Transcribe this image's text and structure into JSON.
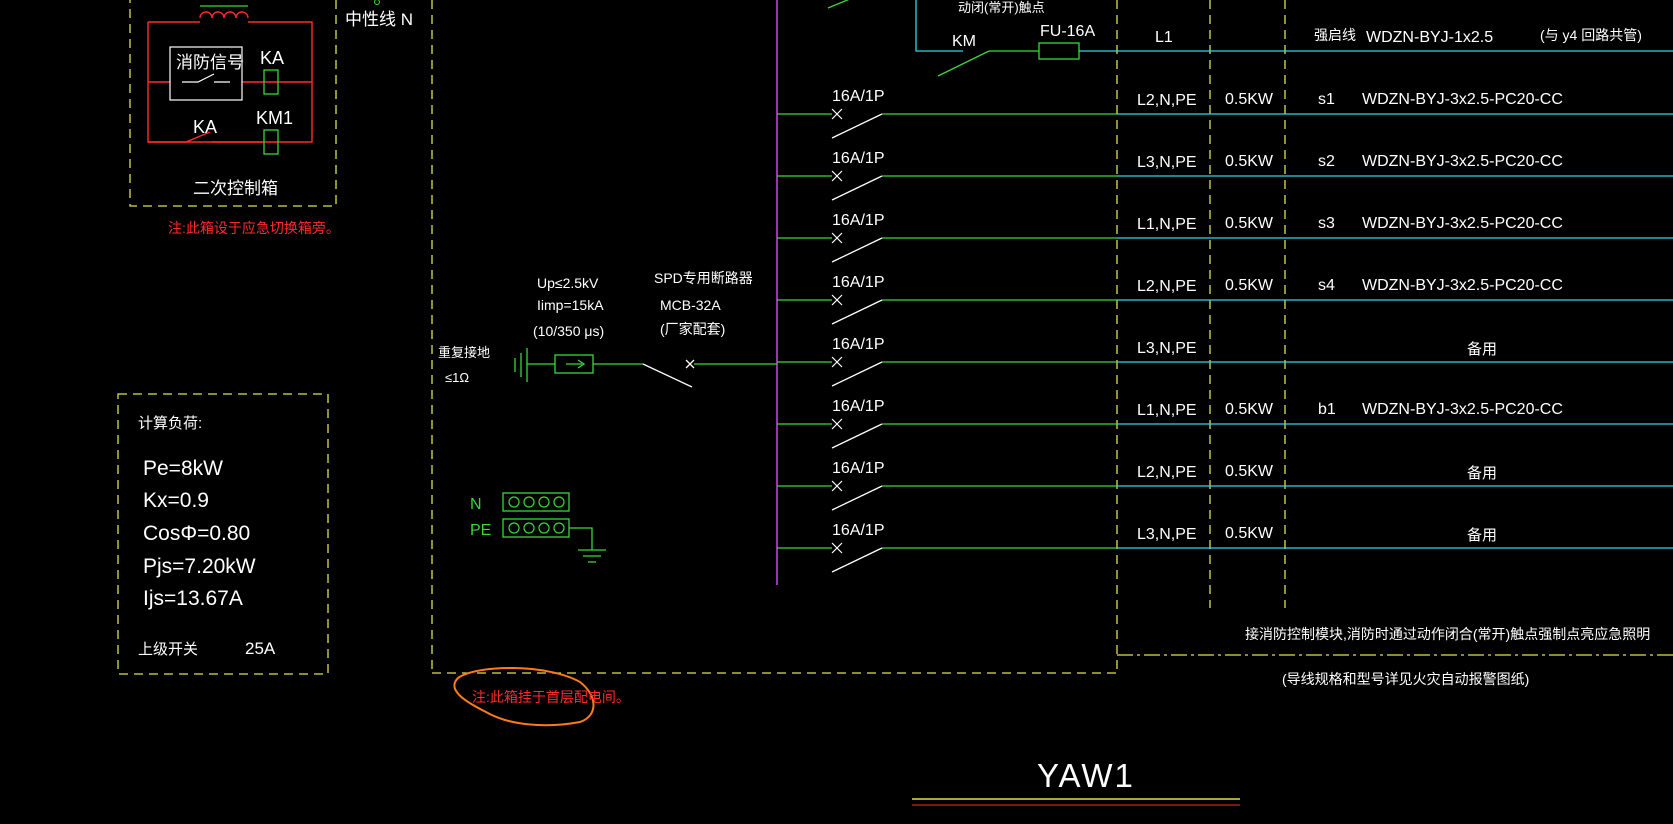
{
  "colors": {
    "background": "#000000",
    "yellow": "#e0e050",
    "green": "#39d839",
    "cyan": "#32d6e6",
    "red": "#ff2a2a",
    "magenta": "#c040e0",
    "orange": "#ff7a1a",
    "white": "#ffffff"
  },
  "top_left": {
    "neutral_label": "中性线 N",
    "fire_signal": "消防信号",
    "ka_coil": "KA",
    "ka_contact": "KA",
    "km1_coil": "KM1",
    "secondary_box_label": "二次控制箱",
    "secondary_box_note": "注:此箱设于应急切换箱旁。"
  },
  "calc": {
    "title": "计算负荷:",
    "pe": "Pe=8kW",
    "kx": "Kx=0.9",
    "cos": "CosΦ=0.80",
    "pjs": "Pjs=7.20kW",
    "ijs": "Ijs=13.67A",
    "upper_switch_label": "上级开关",
    "upper_switch_value": "25A"
  },
  "spd": {
    "up": "Up≤2.5kV",
    "iimp": "Iimp=15kA",
    "wave": "(10/350 μs)",
    "breaker_title": "SPD专用断路器",
    "breaker_model": "MCB-32A",
    "breaker_note": "(厂家配套)",
    "ground_label": "重复接地",
    "ground_value": "≤1Ω"
  },
  "terminals": {
    "n": "N",
    "pe": "PE"
  },
  "box_note": "注:此箱挂于首层配电间。",
  "top_circuit": {
    "contact_label": "动闭(常开)触点",
    "km": "KM",
    "fuse": "FU-16A",
    "phase": "L1",
    "code": "强启线",
    "cable": "WDZN-BYJ-1x2.5",
    "remark": "(与 y4 回路共管)"
  },
  "circuits": [
    {
      "breaker": "16A/1P",
      "phase": "L2,N,PE",
      "power": "0.5KW",
      "code": "s1",
      "cable": "WDZN-BYJ-3x2.5-PC20-CC",
      "spare": ""
    },
    {
      "breaker": "16A/1P",
      "phase": "L3,N,PE",
      "power": "0.5KW",
      "code": "s2",
      "cable": "WDZN-BYJ-3x2.5-PC20-CC",
      "spare": ""
    },
    {
      "breaker": "16A/1P",
      "phase": "L1,N,PE",
      "power": "0.5KW",
      "code": "s3",
      "cable": "WDZN-BYJ-3x2.5-PC20-CC",
      "spare": ""
    },
    {
      "breaker": "16A/1P",
      "phase": "L2,N,PE",
      "power": "0.5KW",
      "code": "s4",
      "cable": "WDZN-BYJ-3x2.5-PC20-CC",
      "spare": ""
    },
    {
      "breaker": "16A/1P",
      "phase": "L3,N,PE",
      "power": "",
      "code": "",
      "cable": "",
      "spare": "备用"
    },
    {
      "breaker": "16A/1P",
      "phase": "L1,N,PE",
      "power": "0.5KW",
      "code": "b1",
      "cable": "WDZN-BYJ-3x2.5-PC20-CC",
      "spare": ""
    },
    {
      "breaker": "16A/1P",
      "phase": "L2,N,PE",
      "power": "0.5KW",
      "code": "",
      "cable": "",
      "spare": "备用"
    },
    {
      "breaker": "16A/1P",
      "phase": "L3,N,PE",
      "power": "0.5KW",
      "code": "",
      "cable": "",
      "spare": "备用"
    }
  ],
  "notes": {
    "fire_control": "接消防控制模块,消防时通过动作闭合(常开)触点强制点亮应急照明",
    "wire_spec": "(导线规格和型号详见火灾自动报警图纸)"
  },
  "title": "YAW1"
}
